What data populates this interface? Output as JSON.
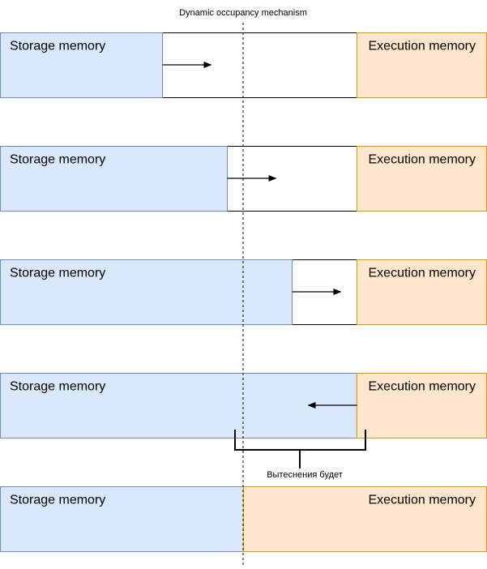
{
  "title": "Dynamic occupancy mechanism",
  "storage_label": "Storage memory",
  "execution_label": "Execution memory",
  "eviction_label": "Вытеснения будет",
  "colors": {
    "storage_fill": "#dae8fc",
    "storage_stroke": "#6c8ebf",
    "execution_fill": "#ffe6cc",
    "execution_stroke": "#d79b00",
    "free_fill": "#ffffff",
    "line": "#000000"
  },
  "rows": [
    {
      "storage_fraction": 0.3333,
      "execution_fraction": 0.2667,
      "arrow": "right"
    },
    {
      "storage_fraction": 0.4667,
      "execution_fraction": 0.2667,
      "arrow": "right"
    },
    {
      "storage_fraction": 0.6,
      "execution_fraction": 0.2667,
      "arrow": "right"
    },
    {
      "storage_fraction": 0.7333,
      "execution_fraction": 0.2667,
      "arrow": "left"
    },
    {
      "storage_fraction": 0.5,
      "execution_fraction": 0.5,
      "arrow": "none"
    }
  ]
}
